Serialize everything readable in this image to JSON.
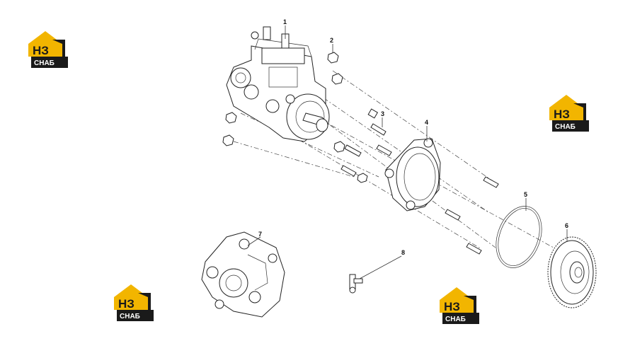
{
  "callouts": {
    "c1": "1",
    "c2": "2",
    "c3": "3",
    "c4": "4",
    "c5": "5",
    "c6": "6",
    "c7": "7",
    "c8": "8"
  },
  "logo": {
    "top_text": "НЗ",
    "bottom_text": "СНАБ",
    "accent_color": "#f2b500",
    "dark_color": "#1a1a1a"
  }
}
